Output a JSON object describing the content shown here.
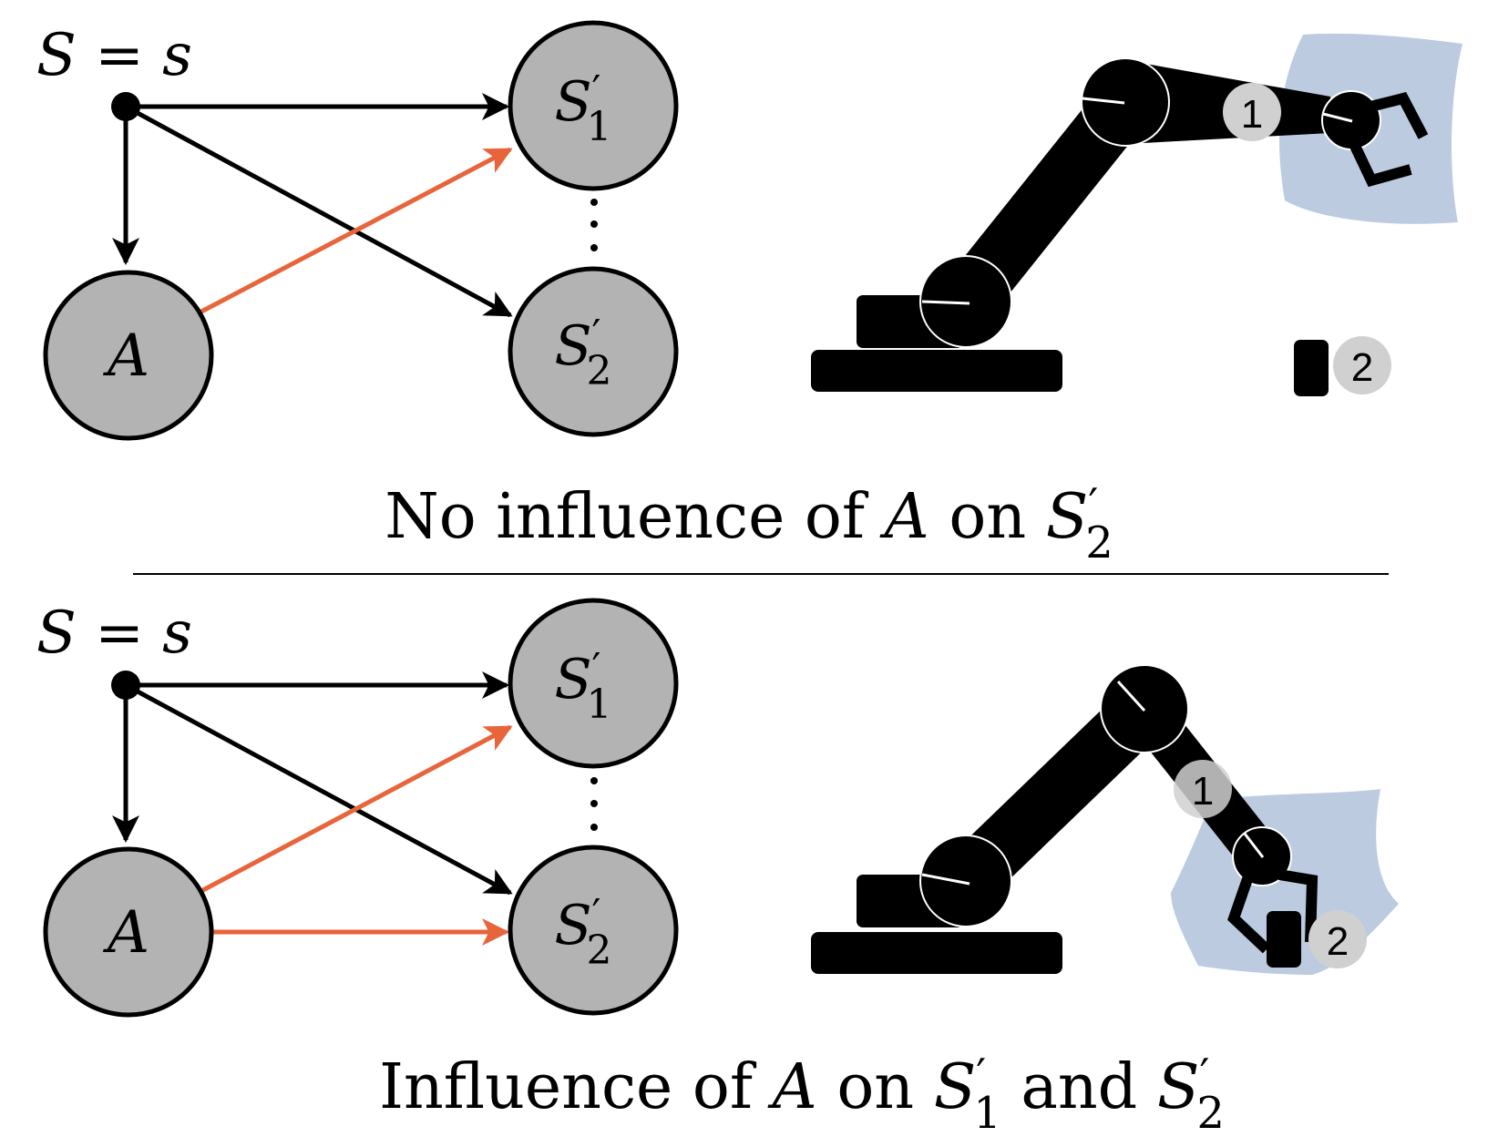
{
  "colors": {
    "node_fill": "#b3b3b3",
    "edge_black": "#000000",
    "edge_orange": "#e8643a",
    "reach_region": "#bccbe0",
    "marker_fill": "#d0d0d0"
  },
  "panels": [
    {
      "state_label": {
        "var": "S",
        "eq": " = ",
        "val": "s"
      },
      "node_a": "A",
      "node_s1": {
        "base": "S",
        "prime": "′",
        "sub": "1"
      },
      "node_s2": {
        "base": "S",
        "prime": "′",
        "sub": "2"
      },
      "caption": {
        "pre": "No influence of ",
        "var_a": "A",
        "mid": " on ",
        "s_base": "S",
        "s_prime": "′",
        "s_sub": "2"
      },
      "markers": [
        "1",
        "2"
      ]
    },
    {
      "state_label": {
        "var": "S",
        "eq": " = ",
        "val": "s"
      },
      "node_a": "A",
      "node_s1": {
        "base": "S",
        "prime": "′",
        "sub": "1"
      },
      "node_s2": {
        "base": "S",
        "prime": "′",
        "sub": "2"
      },
      "caption": {
        "pre": "Influence of ",
        "var_a": "A",
        "mid": " on ",
        "s1_base": "S",
        "s1_prime": "′",
        "s1_sub": "1",
        "and": " and ",
        "s2_base": "S",
        "s2_prime": "′",
        "s2_sub": "2"
      },
      "markers": [
        "1",
        "2"
      ]
    }
  ]
}
